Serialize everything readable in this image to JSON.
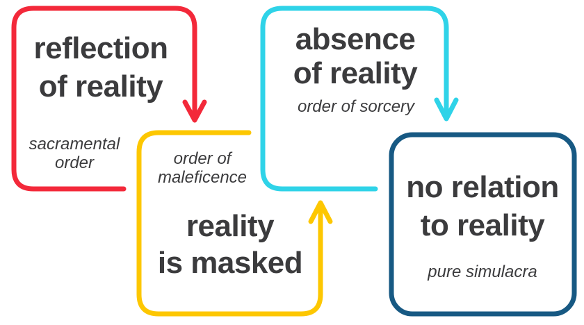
{
  "figure": {
    "background": "#ffffff",
    "text_color": "#3b3b3d",
    "stages": [
      {
        "title": "reflection\nof reality",
        "subtitle": "sacramental\norder",
        "color": "#f3293a"
      },
      {
        "title": "reality\nis masked",
        "subtitle": "order of\nmaleficence",
        "color": "#fdc701"
      },
      {
        "title": "absence\nof reality",
        "subtitle": "order of sorcery",
        "color": "#2fd3e8"
      },
      {
        "title": "no relation\nto reality",
        "subtitle": "pure simulacra",
        "color": "#175983"
      }
    ]
  }
}
